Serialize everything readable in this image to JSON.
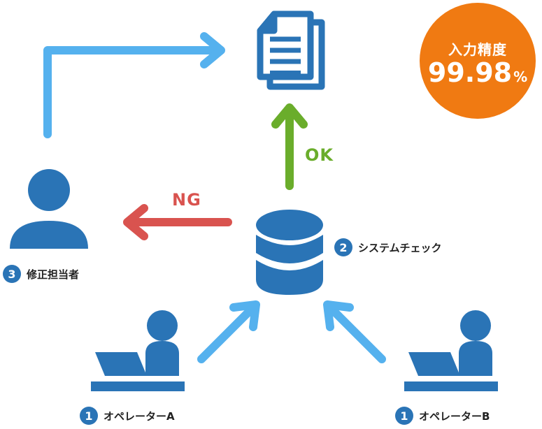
{
  "badge": {
    "title": "入力精度",
    "value": "99.98",
    "unit": "%"
  },
  "flow": {
    "ok_label": "OK",
    "ng_label": "NG"
  },
  "steps": {
    "system_check": {
      "number": "2",
      "label": "システムチェック"
    },
    "corrector": {
      "number": "3",
      "label": "修正担当者"
    },
    "operator_a": {
      "number": "1",
      "label": "オペレーターA"
    },
    "operator_b": {
      "number": "1",
      "label": "オペレーターB"
    }
  },
  "colors": {
    "primary_blue": "#2a74b6",
    "light_blue": "#55b1ee",
    "ok_green": "#6aad2b",
    "ng_red": "#d9534f",
    "badge_orange": "#f07a12"
  },
  "icons": [
    "document-icon",
    "database-icon",
    "person-icon",
    "operator-laptop-icon"
  ]
}
